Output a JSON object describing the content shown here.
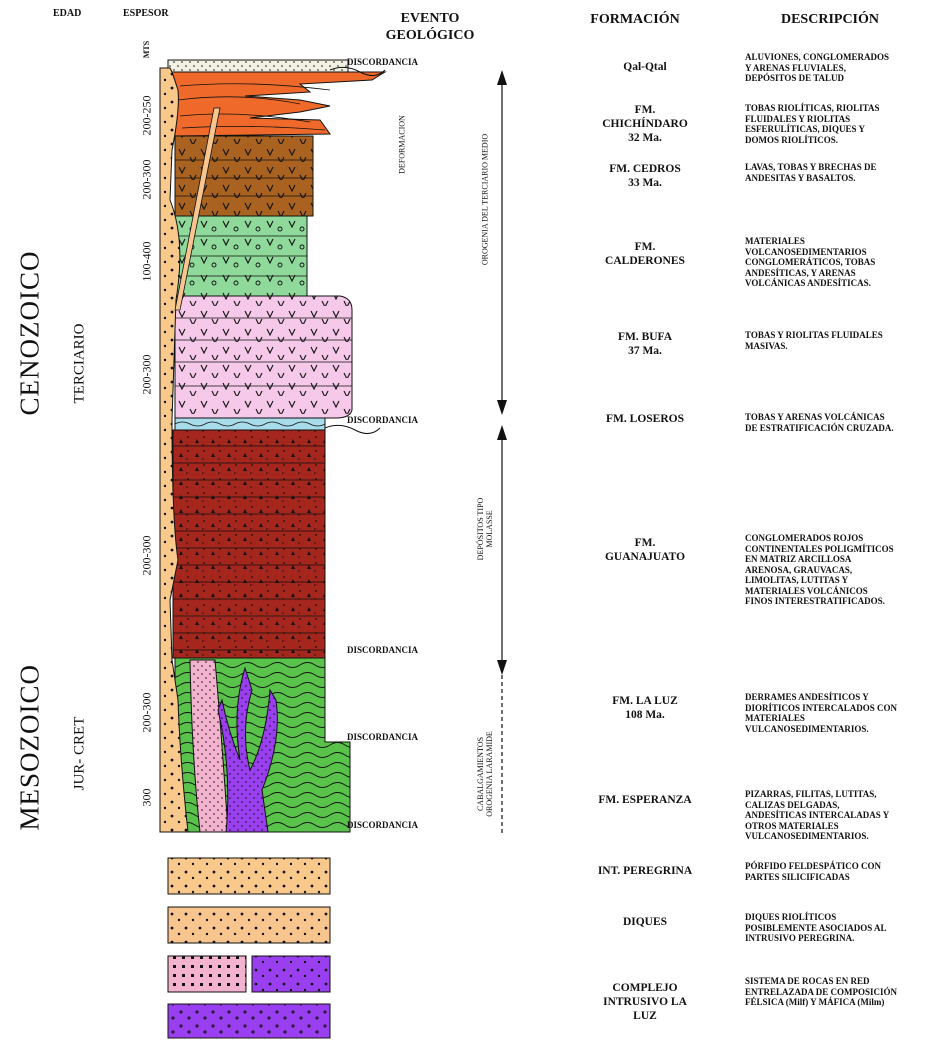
{
  "headers": {
    "edad": "EDAD",
    "espesor": "ESPESOR",
    "mts": "MTS",
    "evento": "EVENTO\nGEOLÓGICO",
    "formacion": "FORMACIÓN",
    "descripcion": "DESCRIPCIÓN"
  },
  "eras": {
    "cenozoico": "CENOZOICO",
    "mesozoico": "MESOZOICO"
  },
  "periods": {
    "terciario": "TERCIARIO",
    "jur_cret": "JUR- CRET"
  },
  "thicknesses": [
    "200-250",
    "200-300",
    "100-400",
    "200-300",
    "200-300",
    "200-300",
    "300"
  ],
  "events": {
    "discordancia": "DISCORDANCIA",
    "deformacion": "DEFORMACION",
    "orogenia_terciario": "OROGENIA DEL TERCIARIO MEDIO",
    "depositos_molassa": "DEPÓSITOS TIPO\nMOLASSE",
    "cabalgamientos": "CABALGAMIENTOS\nOROGENIA LARAMIDE"
  },
  "formations": [
    {
      "name": "Qal-Qtal",
      "desc": "ALUVIONES, CONGLOMERADOS\nY ARENAS FLUVIALES,\nDEPÓSITOS DE TALUD"
    },
    {
      "name": "FM.\nCHICHÍNDARO\n32 Ma.",
      "desc": "TOBAS RIOLÍTICAS, RIOLITAS\nFLUIDALES Y RIOLITAS\nESFERULÍTICAS, DIQUES Y\nDOMOS RIOLÍTICOS."
    },
    {
      "name": "FM. CEDROS\n33 Ma.",
      "desc": "LAVAS, TOBAS Y BRECHAS DE\nANDESITAS Y BASALTOS."
    },
    {
      "name": "FM.\nCALDERONES",
      "desc": "MATERIALES\nVOLCANOSEDIMENTARIOS\nCONGLOMERÁTICOS, TOBAS\nANDESÍTICAS, Y ARENAS\nVOLCÁNICAS ANDESÍTICAS."
    },
    {
      "name": "FM. BUFA\n37 Ma.",
      "desc": "TOBAS Y RIOLITAS FLUIDALES\nMASIVAS."
    },
    {
      "name": "FM. LOSEROS",
      "desc": "TOBAS Y ARENAS VOLCÁNICAS\nDE ESTRATIFICACIÓN CRUZADA."
    },
    {
      "name": "FM.\nGUANAJUATO",
      "desc": "CONGLOMERADOS ROJOS\nCONTINENTALES POLIGMÍTICOS\nEN MATRIZ ARCILLOSA\nARENOSA, GRAUVACAS,\nLIMOLITAS, LUTITAS Y\nMATERIALES VOLCÁNICOS\nFINOS INTERESTRATIFICADOS."
    },
    {
      "name": "FM. LA LUZ\n108 Ma.",
      "desc": "DERRAMES ANDESÍTICOS Y\nDIORÍTICOS INTERCALADOS CON\nMATERIALES\nVULCANOSEDIMENTARIOS."
    },
    {
      "name": "FM. ESPERANZA",
      "desc": "PIZARRAS, FILITAS, LUTITAS,\nCALIZAS DELGADAS,\nANDESÍTICAS INTERCALADAS Y\nOTROS MATERIALES\nVULCANOSEDIMENTARIOS."
    },
    {
      "name": "INT. PEREGRINA",
      "desc": "PÓRFIDO FELDESPÁTICO CON\nPARTES SILICIFICADAS"
    },
    {
      "name": "DIQUES",
      "desc": "DIQUES RIOLÍTICOS\nPOSIBLEMENTE ASOCIADOS AL\nINTRUSIVO PEREGRINA."
    },
    {
      "name": "COMPLEJO\nINTRUSIVO LA\nLUZ",
      "desc": "SISTEMA DE ROCAS EN RED\nENTRELAZADA DE COMPOSICIÓN\nFÉLSICA (Milf) Y MÁFICA (Milm)"
    }
  ],
  "colors": {
    "aluvion": "#f3f0e4",
    "chichindaro": "#ef6a2a",
    "cedros": "#a9621f",
    "calderones": "#8fd99a",
    "bufa": "#f6c9ea",
    "loseros": "#a9dcea",
    "guanajuato": "#a5261c",
    "laluz": "#59c24a",
    "peregrina": "#f9c98c",
    "diques": "#f8c58f",
    "felsic": "#f3b3cf",
    "mafic": "#9a3ff0"
  }
}
